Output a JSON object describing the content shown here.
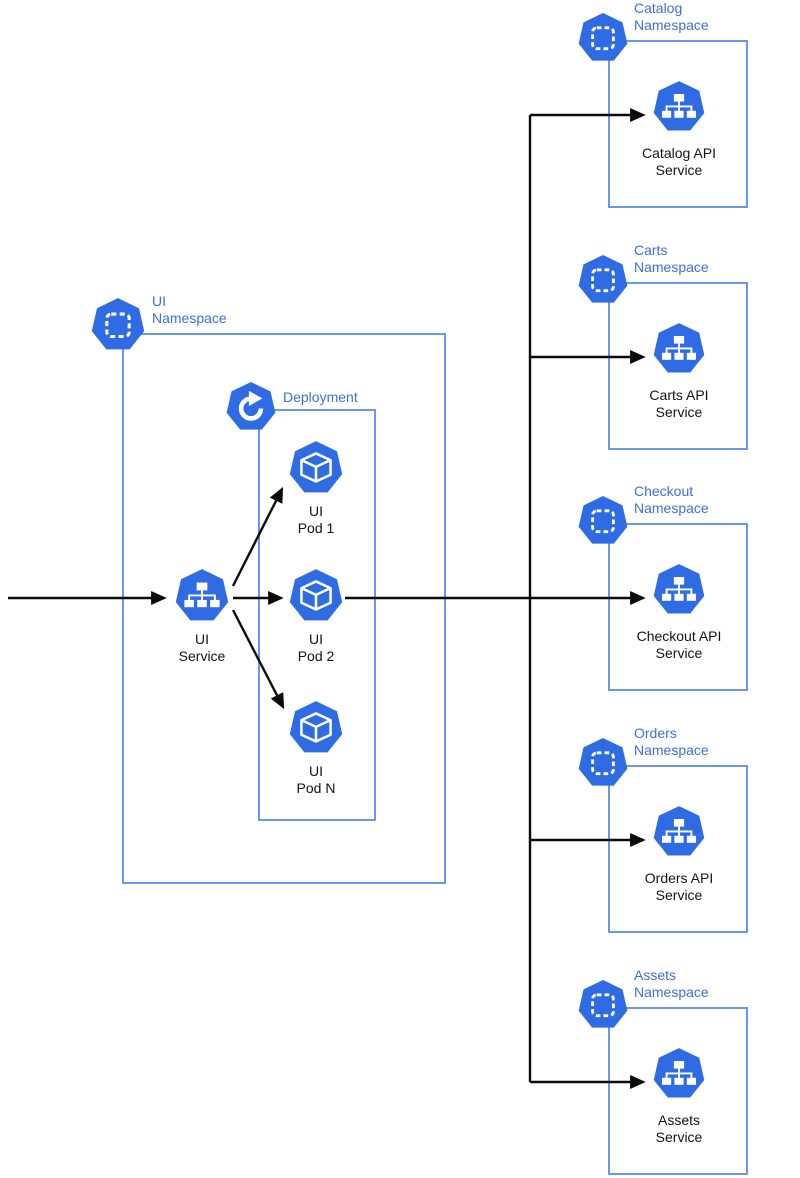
{
  "colors": {
    "kubernetes_blue": "#2F6CE3",
    "box_border_blue": "#6A97EA",
    "label_blue": "#3E6EDB",
    "arrow_black": "#0B0B0B",
    "background": "#FFFFFF"
  },
  "icons": {
    "namespace": "heptagon-dashed-square-icon",
    "service": "heptagon-network-icon",
    "deployment": "heptagon-circular-arrow-icon",
    "pod": "heptagon-cube-icon"
  },
  "ui_namespace": {
    "label": "UI\nNamespace",
    "deployment_label": "Deployment",
    "service_label": "UI\nService",
    "pod1_label": "UI\nPod 1",
    "pod2_label": "UI\nPod 2",
    "podn_label": "UI\nPod N"
  },
  "namespaces": [
    {
      "label": "Catalog\nNamespace",
      "service_label": "Catalog API\nService"
    },
    {
      "label": "Carts\nNamespace",
      "service_label": "Carts API\nService"
    },
    {
      "label": "Checkout\nNamespace",
      "service_label": "Checkout API\nService"
    },
    {
      "label": "Orders\nNamespace",
      "service_label": "Orders API\nService"
    },
    {
      "label": "Assets\nNamespace",
      "service_label": "Assets\nService"
    }
  ]
}
